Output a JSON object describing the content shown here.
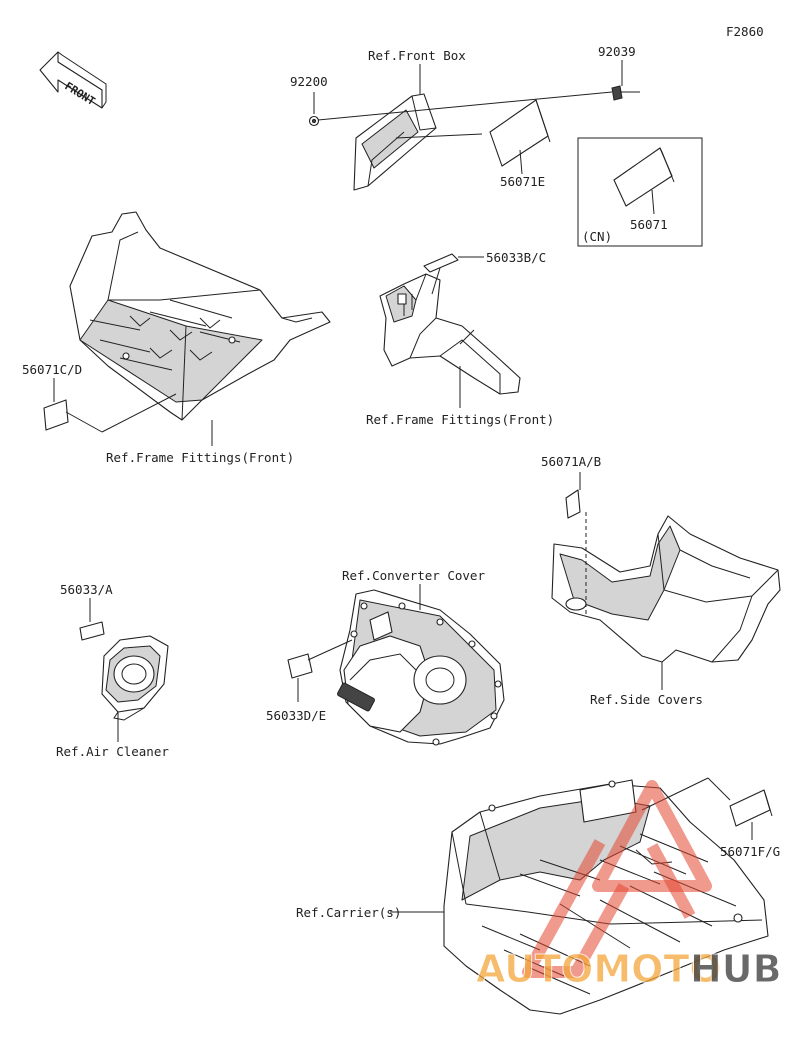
{
  "diagram_code": "F2860",
  "front_arrow": "FRONT",
  "labels": {
    "ref_front_box": "Ref.Front Box",
    "p92039": "92039",
    "p92200": "92200",
    "p56071E": "56071E",
    "cn": "(CN)",
    "p56071": "56071",
    "p56033BC": "56033B/C",
    "p56071CD": "56071C/D",
    "ref_frame_fittings_front_2": "Ref.Frame Fittings(Front)",
    "ref_frame_fittings_front_1": "Ref.Frame Fittings(Front)",
    "p56071AB": "56071A/B",
    "p56033A": "56033/A",
    "ref_converter_cover": "Ref.Converter Cover",
    "p56033DE": "56033D/E",
    "ref_side_covers": "Ref.Side Covers",
    "ref_air_cleaner": "Ref.Air Cleaner",
    "p56071FG": "56071F/G",
    "ref_carriers": "Ref.Carrier(s)"
  },
  "watermark": {
    "part_a": "AUTOMOTO",
    "part_b": "HUB",
    "color_a": "#f4a63a",
    "color_b": "#444444",
    "triangle_color": "#e3452f"
  }
}
